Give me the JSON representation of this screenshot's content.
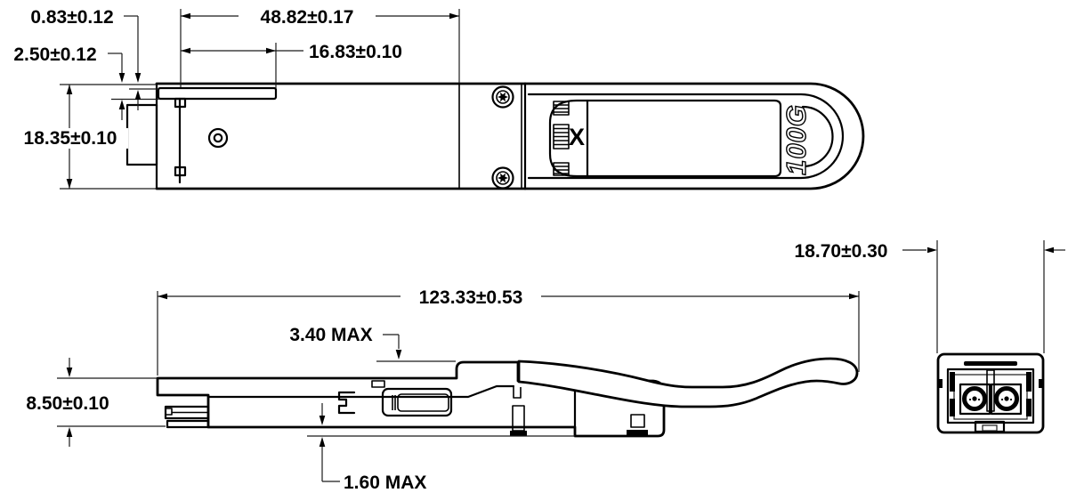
{
  "drawing": {
    "type": "mechanical-dimension-drawing",
    "subject": "100G optical transceiver module (top view, side view, end view)",
    "colors": {
      "line": "#000000",
      "background": "#ffffff",
      "dimension_text": "#000000"
    },
    "dimensions": {
      "d_083": "0.83±0.12",
      "d_250": "2.50±0.12",
      "d_4882": "48.82±0.17",
      "d_1683": "16.83±0.10",
      "d_1835": "18.35±0.10",
      "d_12333": "123.33±0.53",
      "d_340": "3.40 MAX",
      "d_850": "8.50±0.10",
      "d_160": "1.60 MAX",
      "d_1870": "18.70±0.30"
    },
    "labels": {
      "speed_marking": "100G",
      "label_area_mark": "X"
    }
  }
}
